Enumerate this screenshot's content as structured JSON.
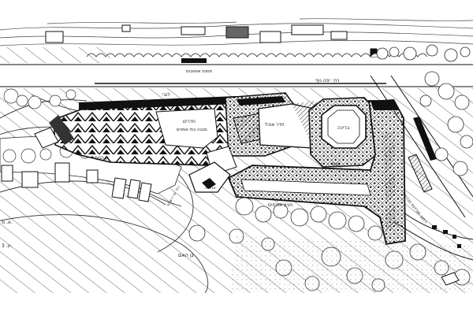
{
  "plan": {
    "labels": {
      "road_north": "רח׳ יפה נוף",
      "bus_stop": "תחנת אוטובוס",
      "lobby": "לובי",
      "rooms_wing": "חדרים",
      "rooms_wing_sub": "מבנה בתי אמנים",
      "dining": "חדר אוכל",
      "pool": "בריכה",
      "tennis": "טניס",
      "entrance": "כניסה",
      "garden_west": "גן הנוף",
      "parking": "חניון אורחים",
      "cliff_road": "רח׳ ט״ו שבט",
      "lower_road": "רח׳ הים",
      "wadi": "גן האם",
      "mark_a": "א. מ.",
      "mark_b": "ע. 3.",
      "road_east": "רחוב מורדות הכרמל"
    }
  }
}
